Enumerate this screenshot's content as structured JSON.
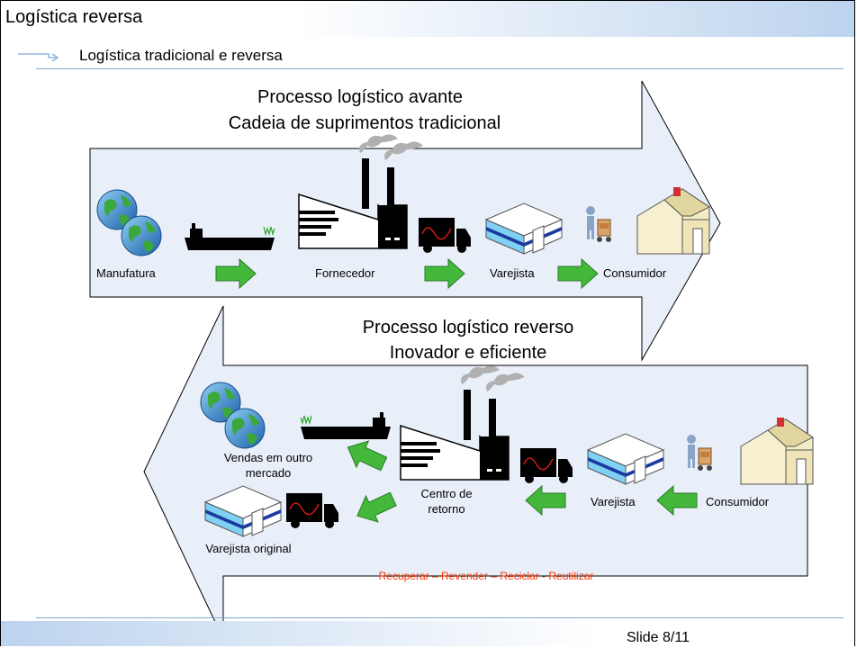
{
  "header": {
    "title": "Logística reversa",
    "subtitle": "Logística tradicional e reversa"
  },
  "forward": {
    "heading_line1": "Processo logístico avante",
    "heading_line2": "Cadeia de suprimentos tradicional",
    "labels": {
      "manufatura": "Manufatura",
      "fornecedor": "Fornecedor",
      "varejista": "Varejista",
      "consumidor": "Consumidor"
    }
  },
  "reverse": {
    "heading_line1": "Processo logístico reverso",
    "heading_line2": "Inovador e eficiente",
    "labels": {
      "vendas_line1": "Vendas em outro",
      "vendas_line2": "mercado",
      "varejista_original": "Varejista original",
      "centro_line1": "Centro de",
      "centro_line2": "retorno",
      "varejista": "Varejista",
      "consumidor": "Consumidor"
    },
    "tagline": "Recuperar – Revender – Reciclar - Reutilizar"
  },
  "footer": {
    "slide": "Slide 8/11"
  },
  "colors": {
    "arrow_fill": "#e9eff8",
    "green_arrow": "#44b83a",
    "tagline": "#ff3300",
    "accent_rule": "#7ea9d2"
  },
  "icons": [
    "globe-icon",
    "ship-icon",
    "factory-icon",
    "truck-icon",
    "warehouse-icon",
    "hand-truck-icon",
    "house-icon",
    "green-arrow-icon",
    "sub-arrow-icon"
  ]
}
